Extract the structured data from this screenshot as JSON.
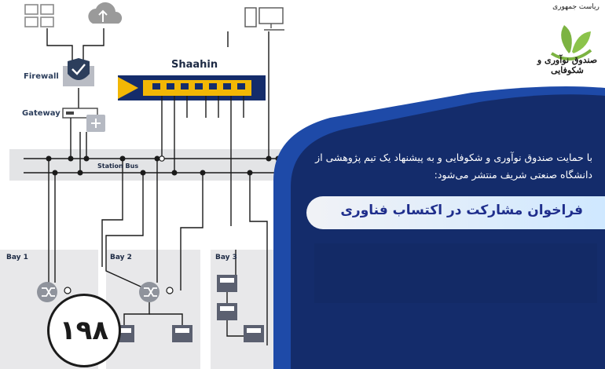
{
  "diagram": {
    "firewall_label": "Firewall",
    "gateway_label": "Gateway",
    "shaahin_label": "Shaahin",
    "station_bus_label": "Station Bus",
    "bays": [
      "Bay 1",
      "Bay 2",
      "Bay 3"
    ]
  },
  "badge_number": "۱۹۸",
  "logo": {
    "top_text": "ریاست جمهوری",
    "bottom_text": "صندوق نوآوری و شکوفایی"
  },
  "intro_text": "با حمایت صندوق نوآوری و شکوفایی و به پیشنهاد یک تیم پژوهشی از دانشگاه صنعتی شریف منتشر می‌شود:",
  "banner_title": "فراخوان مشارکت در اکتساب فناوری",
  "colors": {
    "dark_blue": "#142c6b",
    "mid_blue": "#1e4aa8",
    "switch_yellow": "#f2b705",
    "bus_gray": "#e3e4e6",
    "bay_gray": "#e8e8ea",
    "banner_text": "#1f2e8c"
  }
}
